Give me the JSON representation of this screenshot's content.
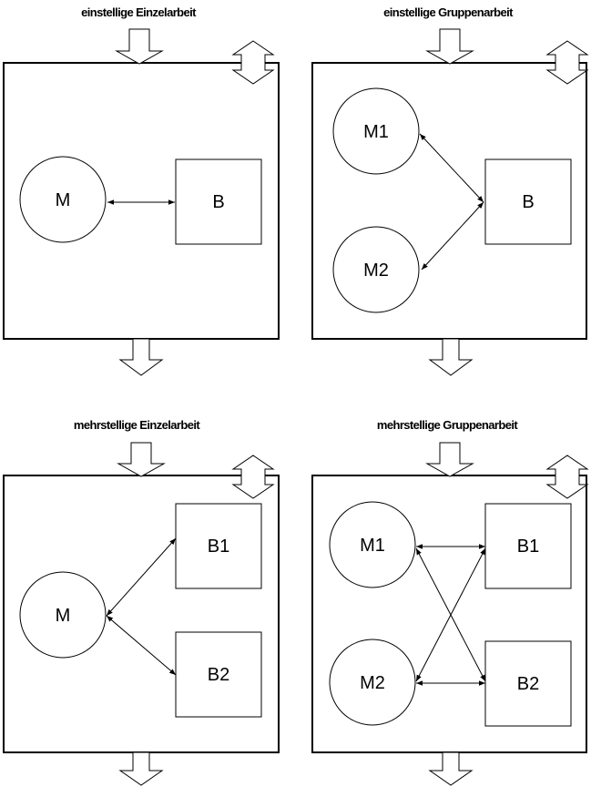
{
  "panels": [
    {
      "title": "einstellige Einzelarbeit",
      "circles": [
        {
          "label": "M"
        }
      ],
      "squares": [
        {
          "label": "B"
        }
      ]
    },
    {
      "title": "einstellige Gruppenarbeit",
      "circles": [
        {
          "label": "M1"
        },
        {
          "label": "M2"
        }
      ],
      "squares": [
        {
          "label": "B"
        }
      ]
    },
    {
      "title": "mehrstellige Einzelarbeit",
      "circles": [
        {
          "label": "M"
        }
      ],
      "squares": [
        {
          "label": "B1"
        },
        {
          "label": "B2"
        }
      ]
    },
    {
      "title": "mehrstellige Gruppenarbeit",
      "circles": [
        {
          "label": "M1"
        },
        {
          "label": "M2"
        }
      ],
      "squares": [
        {
          "label": "B1"
        },
        {
          "label": "B2"
        }
      ]
    }
  ]
}
